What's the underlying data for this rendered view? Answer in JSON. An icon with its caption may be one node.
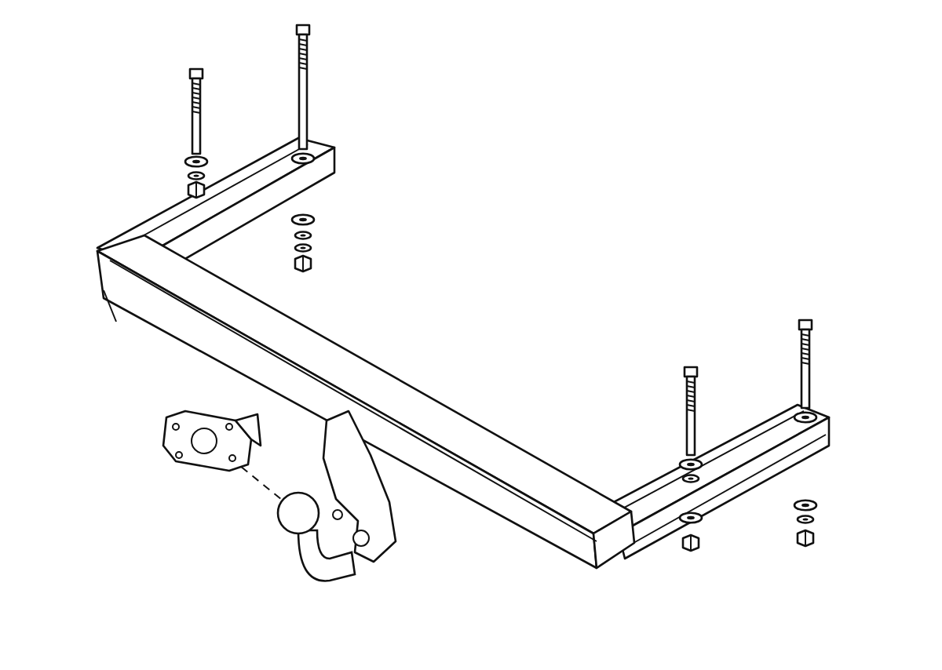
{
  "diagram": {
    "nodes": [
      {
        "text": [],
        "shape": "picture"
      },
      {
        "text": [],
        "shape": "picture"
      }
    ],
    "edges": [
      {
        "from": 0,
        "to": 1,
        "arrow": "none",
        "style": "dashed"
      }
    ]
  }
}
